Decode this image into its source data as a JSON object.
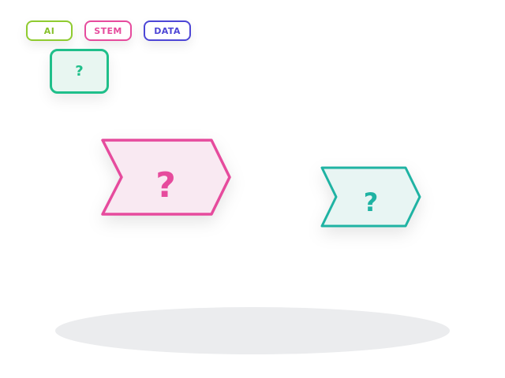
{
  "tags": [
    {
      "label": "AI",
      "color": "#86c12a"
    },
    {
      "label": "STEM",
      "color": "#e64b9d"
    },
    {
      "label": "DATA",
      "color": "#4d46d6"
    }
  ],
  "question_card": {
    "label": "?",
    "color": "#1fbf8a"
  },
  "chevrons": [
    {
      "label": "?",
      "color": "#e64b9d",
      "fill": "#f9e9f2"
    },
    {
      "label": "?",
      "color": "#1fb3a3",
      "fill": "#e8f5f3"
    }
  ]
}
